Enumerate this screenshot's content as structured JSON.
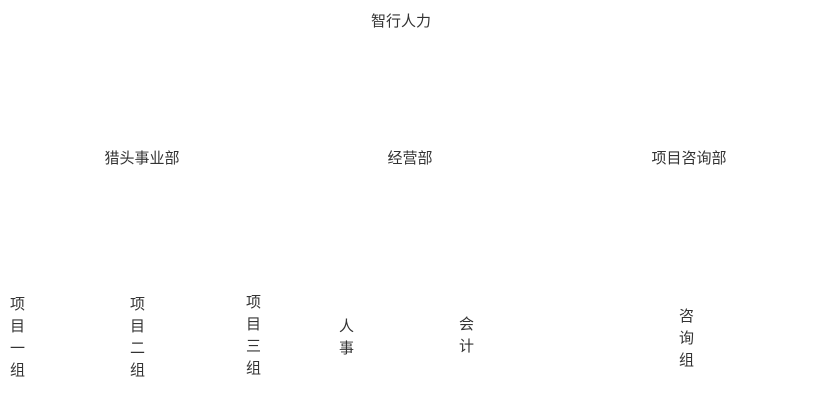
{
  "colors": {
    "background": "#ffffff",
    "text": "#333333"
  },
  "org_chart": {
    "type": "tree",
    "root": {
      "label": "智行人力",
      "children": [
        {
          "label": "猎头事业部",
          "children": [
            {
              "label": "项目一组"
            },
            {
              "label": "项目二组"
            },
            {
              "label": "项目三组"
            }
          ]
        },
        {
          "label": "经营部",
          "children": [
            {
              "label": "人事"
            },
            {
              "label": "会计"
            }
          ]
        },
        {
          "label": "项目咨询部",
          "children": [
            {
              "label": "咨询组"
            }
          ]
        }
      ]
    }
  },
  "nodes": {
    "root": "智行人力",
    "dept_headhunting": "猎头事业部",
    "dept_operations": "经营部",
    "dept_project_consulting": "项目咨询部",
    "team_project_1": "项目一组",
    "team_project_2": "项目二组",
    "team_project_3": "项目三组",
    "team_hr": "人事",
    "team_accounting": "会计",
    "team_consulting_group": "咨询组"
  }
}
